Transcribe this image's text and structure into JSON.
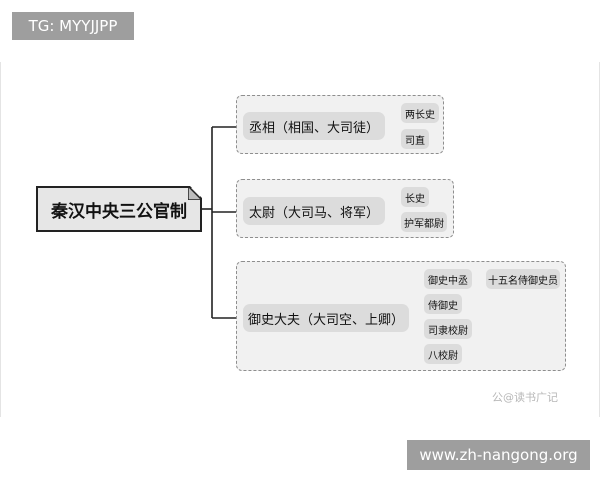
{
  "overlay_top_label": "TG: MYYJJPP",
  "overlay_bottom_label": "www.zh-nangong.org",
  "watermark": "公@读书广记",
  "diagram": {
    "root": "秦汉中央三公官制",
    "branches": [
      {
        "title": "丞相（相国、大司徒）",
        "children": [
          "两长史",
          "司直"
        ]
      },
      {
        "title": "太尉（大司马、将军）",
        "children": [
          "长史",
          "护军都尉"
        ]
      },
      {
        "title": "御史大夫（大司空、上卿）",
        "children": [
          "御史中丞",
          "侍御史",
          "司隶校尉",
          "八校尉"
        ],
        "sub_child": "十五名侍御史员"
      }
    ]
  },
  "colors": {
    "line": "#222222",
    "node_fill": "#dcdcdc",
    "group_fill": "#f1f1f1",
    "group_border": "#8e8e8e"
  }
}
